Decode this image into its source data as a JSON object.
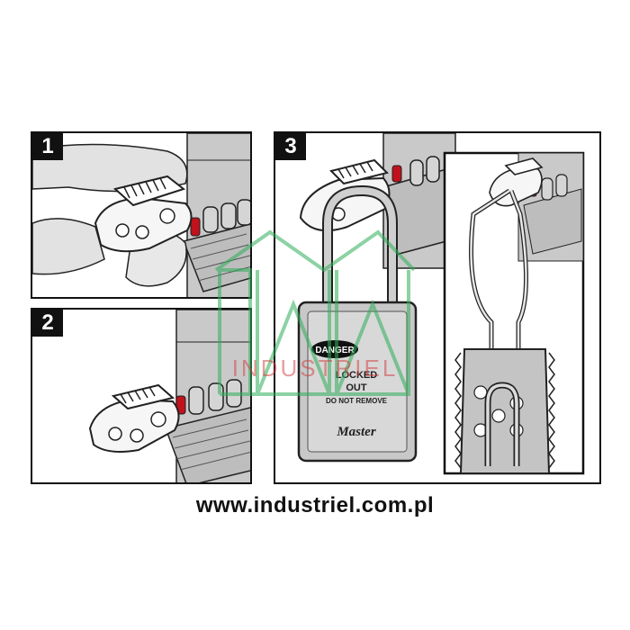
{
  "steps": [
    {
      "number": "1"
    },
    {
      "number": "2"
    },
    {
      "number": "3"
    }
  ],
  "padlock": {
    "danger": "DANGER",
    "line1": "LOCKED",
    "line2": "OUT",
    "line3": "DO NOT REMOVE",
    "brand": "Master"
  },
  "watermark": {
    "text": "INDUSTRIEL",
    "color": "#2fae5a"
  },
  "footer": {
    "url": "www.industriel.com.pl"
  }
}
